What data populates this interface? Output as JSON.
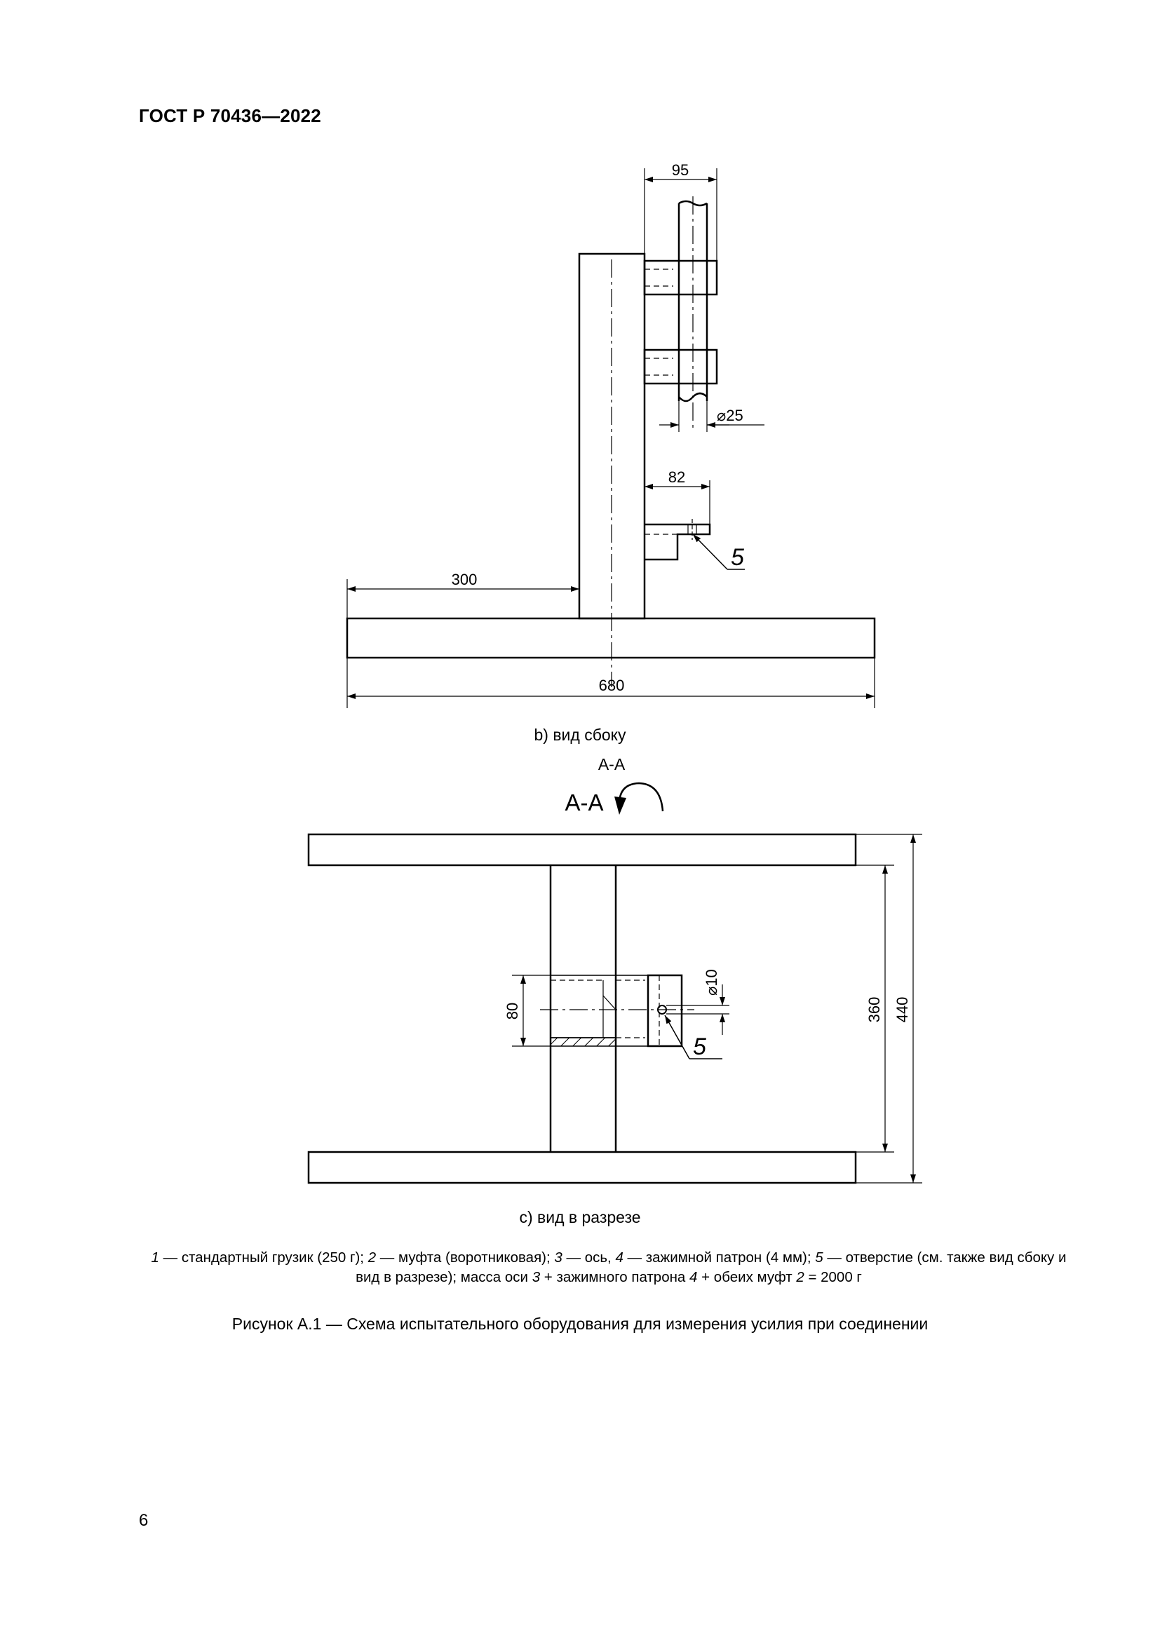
{
  "header": {
    "standard": "ГОСТ Р 70436—2022"
  },
  "side_view": {
    "dims": {
      "top_width": "95",
      "diameter": "⌀25",
      "hole_offset": "82",
      "base_offset": "300",
      "base_width": "680"
    },
    "callout": "5",
    "caption": "b)  вид сбоку"
  },
  "section_view": {
    "heading_small": "А-А",
    "heading_large": "А-А",
    "dims": {
      "hole_diameter": "⌀10",
      "block_height": "80",
      "inner_height": "360",
      "outer_height": "440"
    },
    "callout": "5",
    "caption": "c)  вид в разрезе"
  },
  "legend": {
    "items": [
      {
        "num": "1",
        "text": " — стандартный грузик (250 г); "
      },
      {
        "num": "2",
        "text": " — муфта (воротниковая); "
      },
      {
        "num": "3",
        "text": " — ось, "
      },
      {
        "num": "4",
        "text": " — зажимной патрон (4 мм); "
      },
      {
        "num": "5",
        "text": " — отверстие (см. также вид сбоку и вид в разрезе); масса оси "
      },
      {
        "num": "3",
        "text": " + зажимного патрона "
      },
      {
        "num": "4",
        "text": " + обеих муфт "
      },
      {
        "num": "2",
        "text": " = 2000 г"
      }
    ]
  },
  "figure_title": "Рисунок А.1 — Схема испытательного оборудования для измерения усилия при соединении",
  "page_number": "6"
}
